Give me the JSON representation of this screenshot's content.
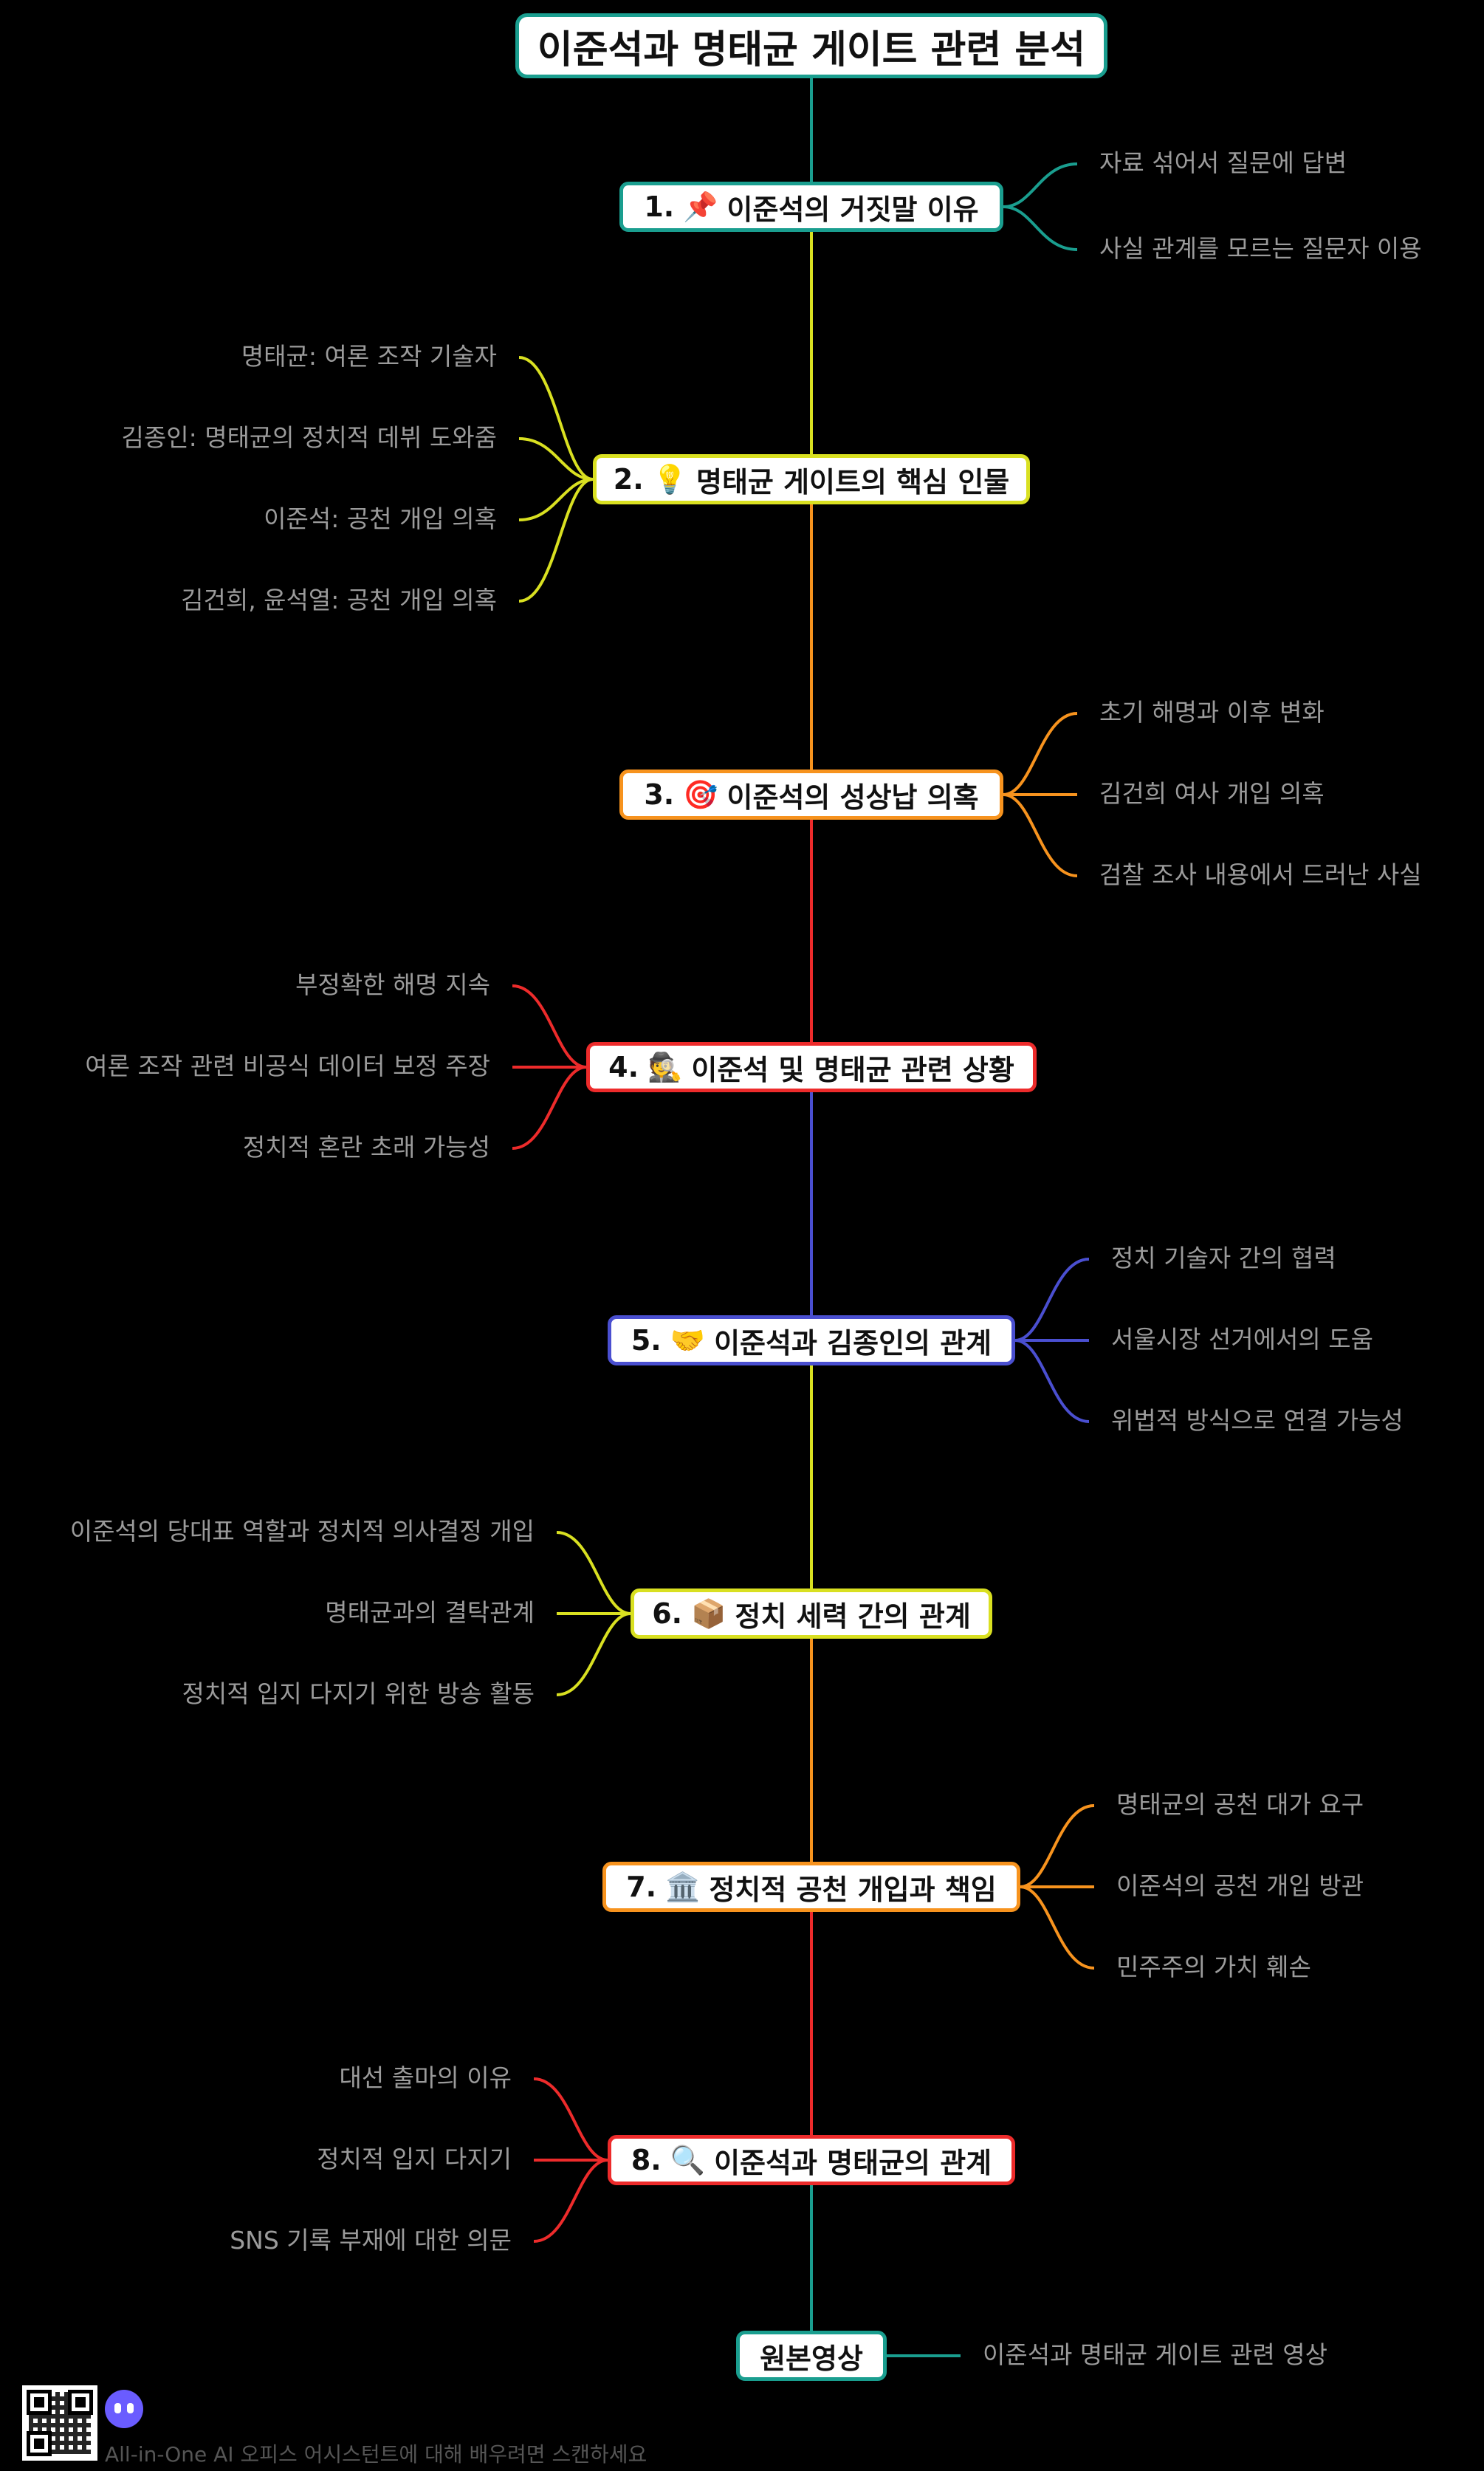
{
  "title": "이준석과 명태균 게이트 관련 분석",
  "colors": {
    "background": "#000000",
    "leaf_text": "#9b9b9b",
    "teal": "#1a9e8f",
    "yellow": "#d9e021",
    "orange": "#f7931e",
    "red": "#ed2b2b",
    "blue": "#4a4fd0"
  },
  "sections": [
    {
      "num": "1.",
      "icon": "pushpin-icon",
      "emoji": "📌",
      "label": "이준석의 거짓말 이유",
      "color": "#1a9e8f",
      "side": "right",
      "items": [
        "자료 섞어서 질문에 답변",
        "사실 관계를 모르는 질문자 이용"
      ]
    },
    {
      "num": "2.",
      "icon": "lightbulb-icon",
      "emoji": "💡",
      "label": "명태균 게이트의 핵심 인물",
      "color": "#d9e021",
      "side": "left",
      "items": [
        "명태균: 여론 조작 기술자",
        "김종인: 명태균의 정치적 데뷔 도와줌",
        "이준석: 공천 개입 의혹",
        "김건희, 윤석열: 공천 개입 의혹"
      ]
    },
    {
      "num": "3.",
      "icon": "target-icon",
      "emoji": "🎯",
      "label": "이준석의 성상납 의혹",
      "color": "#f7931e",
      "side": "right",
      "items": [
        "초기 해명과 이후 변화",
        "김건희 여사 개입 의혹",
        "검찰 조사 내용에서 드러난 사실"
      ]
    },
    {
      "num": "4.",
      "icon": "detective-icon",
      "emoji": "🕵️",
      "label": "이준석 및 명태균 관련 상황",
      "color": "#ed2b2b",
      "side": "left",
      "items": [
        "부정확한 해명 지속",
        "여론 조작 관련 비공식 데이터 보정 주장",
        "정치적 혼란 초래 가능성"
      ]
    },
    {
      "num": "5.",
      "icon": "handshake-icon",
      "emoji": "🤝",
      "label": "이준석과 김종인의 관계",
      "color": "#4a4fd0",
      "side": "right",
      "items": [
        "정치 기술자 간의 협력",
        "서울시장 선거에서의 도움",
        "위법적 방식으로 연결 가능성"
      ]
    },
    {
      "num": "6.",
      "icon": "package-icon",
      "emoji": "📦",
      "label": "정치 세력 간의 관계",
      "color": "#d9e021",
      "side": "left",
      "items": [
        "이준석의 당대표 역할과 정치적 의사결정 개입",
        "명태균과의 결탁관계",
        "정치적 입지 다지기 위한 방송 활동"
      ]
    },
    {
      "num": "7.",
      "icon": "classical-building-icon",
      "emoji": "🏛️",
      "label": "정치적 공천 개입과 책임",
      "color": "#f7931e",
      "side": "right",
      "items": [
        "명태균의 공천 대가 요구",
        "이준석의 공천 개입 방관",
        "민주주의 가치 훼손"
      ]
    },
    {
      "num": "8.",
      "icon": "magnifier-icon",
      "emoji": "🔍",
      "label": "이준석과 명태균의 관계",
      "color": "#ed2b2b",
      "side": "left",
      "items": [
        "대선 출마의 이유",
        "정치적 입지 다지기",
        "SNS 기록 부재에 대한 의문"
      ]
    },
    {
      "num": "",
      "icon": "",
      "emoji": "",
      "label": "원본영상",
      "color": "#1a9e8f",
      "side": "right",
      "items": [
        "이준석과 명태균 게이트 관련 영상"
      ]
    }
  ],
  "footer": {
    "text": "All-in-One AI 오피스 어시스턴트에 대해 배우려면 스캔하세요",
    "qr_icon": "qr-code-icon",
    "logo_icon": "bot-logo-icon"
  }
}
